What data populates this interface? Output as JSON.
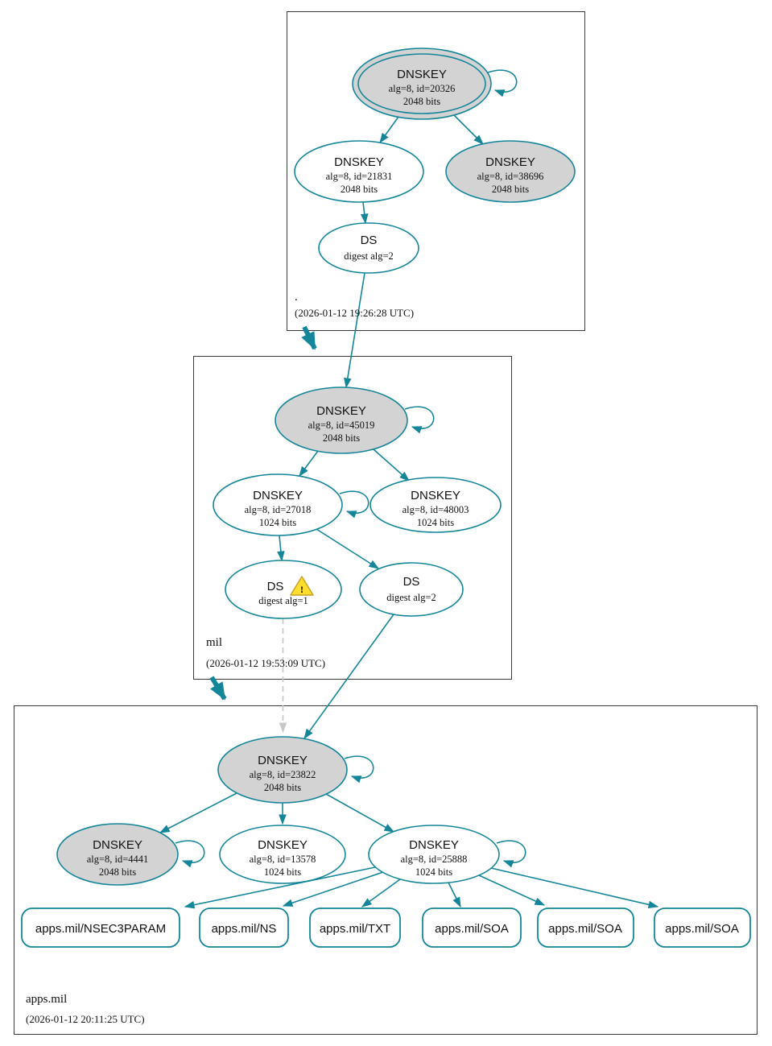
{
  "diagram_type": "dnssec-authentication-chain",
  "colors": {
    "secure_edge": "#15869a",
    "ksk_node_fill": "#d3d3d3",
    "node_fill": "#ffffff",
    "insecure_edge": "#c9c9c9",
    "zone_border": "#3a3a3a",
    "warning_fill": "#ffdf2e",
    "warning_border": "#c9a227",
    "text": "#111111"
  },
  "zones": {
    "root": {
      "label": ".",
      "timestamp": "(2026-01-12 19:26:28 UTC)",
      "ksk": {
        "title": "DNSKEY",
        "alg": "alg=8, id=20326",
        "bits": "2048 bits"
      },
      "zsk": {
        "title": "DNSKEY",
        "alg": "alg=8, id=21831",
        "bits": "2048 bits"
      },
      "key2": {
        "title": "DNSKEY",
        "alg": "alg=8, id=38696",
        "bits": "2048 bits"
      },
      "ds": {
        "title": "DS",
        "digest": "digest alg=2"
      }
    },
    "mil": {
      "label": "mil",
      "timestamp": "(2026-01-12 19:53:09 UTC)",
      "ksk": {
        "title": "DNSKEY",
        "alg": "alg=8, id=45019",
        "bits": "2048 bits"
      },
      "zsk": {
        "title": "DNSKEY",
        "alg": "alg=8, id=27018",
        "bits": "1024 bits"
      },
      "key2": {
        "title": "DNSKEY",
        "alg": "alg=8, id=48003",
        "bits": "1024 bits"
      },
      "ds1": {
        "title": "DS",
        "digest": "digest alg=1",
        "warning_mark": "!"
      },
      "ds2": {
        "title": "DS",
        "digest": "digest alg=2"
      }
    },
    "apps": {
      "label": "apps.mil",
      "timestamp": "(2026-01-12 20:11:25 UTC)",
      "ksk": {
        "title": "DNSKEY",
        "alg": "alg=8, id=23822",
        "bits": "2048 bits"
      },
      "key1": {
        "title": "DNSKEY",
        "alg": "alg=8, id=4441",
        "bits": "2048 bits"
      },
      "key2": {
        "title": "DNSKEY",
        "alg": "alg=8, id=13578",
        "bits": "1024 bits"
      },
      "key3": {
        "title": "DNSKEY",
        "alg": "alg=8, id=25888",
        "bits": "1024 bits"
      },
      "rrsets": [
        {
          "label": "apps.mil/NSEC3PARAM"
        },
        {
          "label": "apps.mil/NS"
        },
        {
          "label": "apps.mil/TXT"
        },
        {
          "label": "apps.mil/SOA"
        },
        {
          "label": "apps.mil/SOA"
        },
        {
          "label": "apps.mil/SOA"
        }
      ]
    }
  }
}
